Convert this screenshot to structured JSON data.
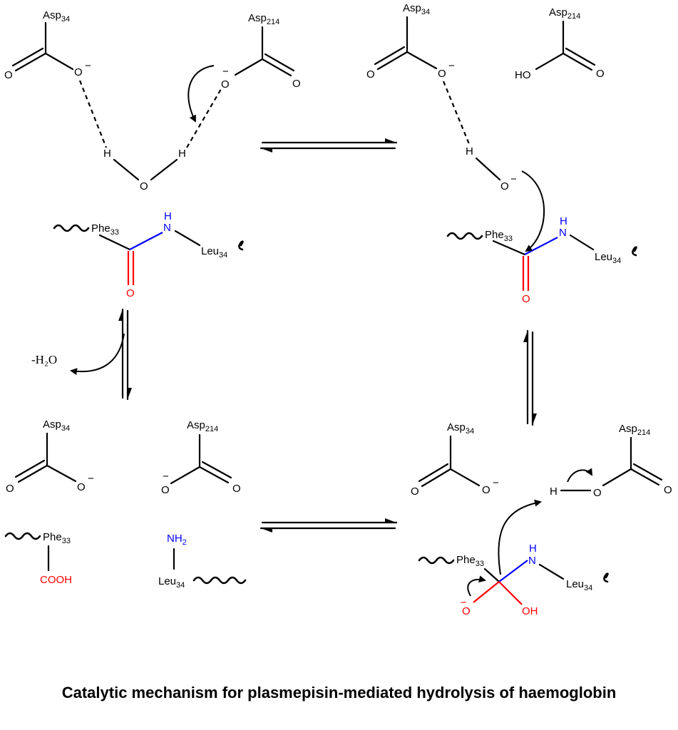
{
  "caption": "Catalytic mechanism for plasmepisin-mediated hydrolysis of haemoglobin",
  "colors": {
    "bond": "#000000",
    "amide_n": "#0000ff",
    "carbonyl_o": "#ff0000"
  },
  "labels": {
    "asp": "Asp",
    "sub34": "34",
    "sub214": "214",
    "phe": "Phe",
    "sub33": "33",
    "leu": "Leu",
    "O": "O",
    "H": "H",
    "N": "N",
    "HO": "HO",
    "OH": "OH",
    "minus": "−",
    "NH": "NH",
    "sub2": "2",
    "COOH": "COOH",
    "water_loss": "-H₂O"
  }
}
